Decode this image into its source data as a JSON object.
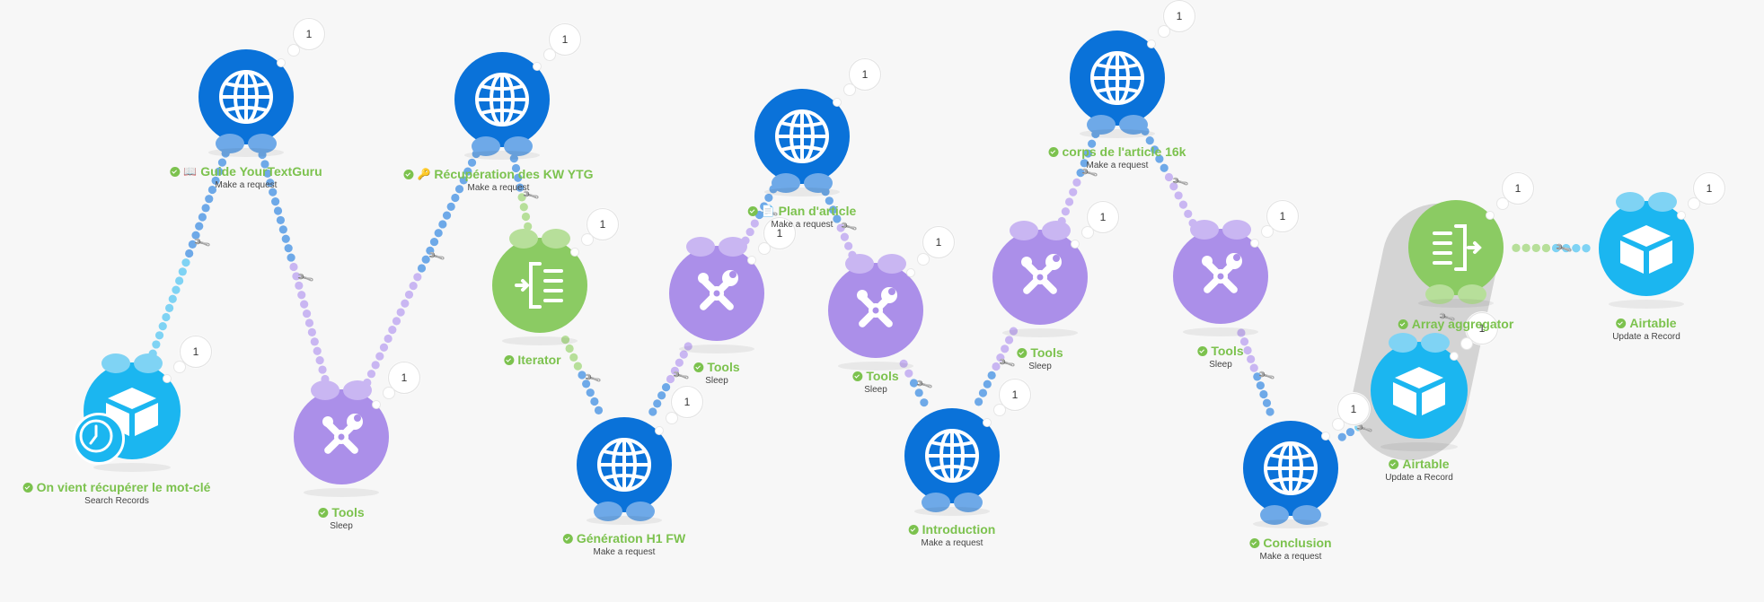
{
  "modules": [
    {
      "title": "On vient récupérer le mot-clé",
      "subtitle": "Search Records",
      "icon": "airtable-icon",
      "badge": "1"
    },
    {
      "title": "Guide YourTextGuru",
      "subtitle": "Make a request",
      "icon": "globe-icon",
      "badge": "1",
      "emoji": "📖"
    },
    {
      "title": "Tools",
      "subtitle": "Sleep",
      "icon": "tools-icon",
      "badge": "1"
    },
    {
      "title": "Récupération des KW YTG",
      "subtitle": "Make a request",
      "icon": "globe-icon",
      "badge": "1",
      "emoji": "🔑"
    },
    {
      "title": "Iterator",
      "subtitle": "",
      "icon": "iterator-icon",
      "badge": "1"
    },
    {
      "title": "Génération H1 FW",
      "subtitle": "Make a request",
      "icon": "globe-icon",
      "badge": "1"
    },
    {
      "title": "Tools",
      "subtitle": "Sleep",
      "icon": "tools-icon",
      "badge": "1"
    },
    {
      "title": "Plan d'article",
      "subtitle": "Make a request",
      "icon": "globe-icon",
      "badge": "1",
      "emoji": "📄"
    },
    {
      "title": "Tools",
      "subtitle": "Sleep",
      "icon": "tools-icon",
      "badge": "1"
    },
    {
      "title": "Introduction",
      "subtitle": "Make a request",
      "icon": "globe-icon",
      "badge": "1"
    },
    {
      "title": "Tools",
      "subtitle": "Sleep",
      "icon": "tools-icon",
      "badge": "1"
    },
    {
      "title": "corps de l'article 16k",
      "subtitle": "Make a request",
      "icon": "globe-icon",
      "badge": "1"
    },
    {
      "title": "Tools",
      "subtitle": "Sleep",
      "icon": "tools-icon",
      "badge": "1"
    },
    {
      "title": "Conclusion",
      "subtitle": "Make a request",
      "icon": "globe-icon",
      "badge": "1"
    },
    {
      "title": "Airtable",
      "subtitle": "Update a Record",
      "icon": "airtable-icon",
      "badge": "1"
    },
    {
      "title": "Array aggregator",
      "subtitle": "",
      "icon": "aggregator-icon",
      "badge": "1"
    },
    {
      "title": "Airtable",
      "subtitle": "Update a Record",
      "icon": "airtable-icon",
      "badge": "1"
    }
  ],
  "colors": {
    "http": "#0a72d9",
    "tools": "#ab8fe9",
    "airtable": "#1bb6f0",
    "flow_control": "#8bcb63",
    "label_green": "#7cc24e",
    "background": "#f7f7f7"
  }
}
